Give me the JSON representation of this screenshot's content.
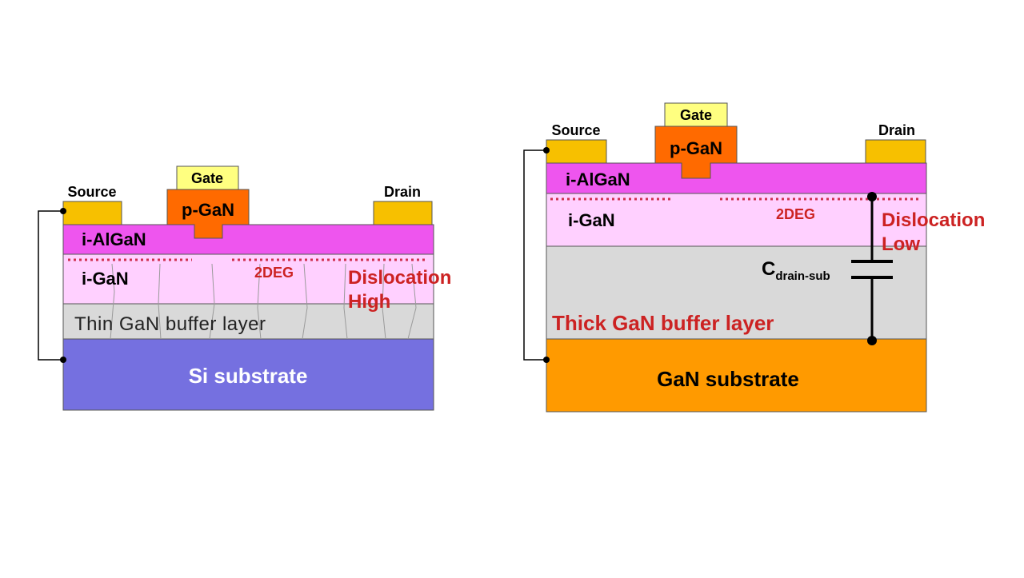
{
  "left": {
    "gate": "Gate",
    "p_gan": "p-GaN",
    "source": "Source",
    "drain": "Drain",
    "algan": "i-AlGaN",
    "gan": "i-GaN",
    "deg": "2DEG",
    "dislocation": "Dislocation",
    "dislocation_level": "High",
    "buffer": "Thin GaN buffer layer",
    "substrate": "Si substrate"
  },
  "right": {
    "gate": "Gate",
    "p_gan": "p-GaN",
    "source": "Source",
    "drain": "Drain",
    "algan": "i-AlGaN",
    "gan": "i-GaN",
    "deg": "2DEG",
    "dislocation": "Dislocation",
    "dislocation_level": "Low",
    "cap_main": "C",
    "cap_sub": "drain-sub",
    "buffer": "Thick GaN buffer layer",
    "substrate": "GaN substrate"
  },
  "colors": {
    "metal": "#f7c000",
    "gate_metal": "#ffff80",
    "p_gan": "#ff6a00",
    "algan": "#ee55ee",
    "gan": "#ffd0ff",
    "buffer": "#d9d9d9",
    "si_substrate": "#7570e0",
    "gan_substrate": "#ff9a00",
    "red_text": "#cc2222"
  }
}
